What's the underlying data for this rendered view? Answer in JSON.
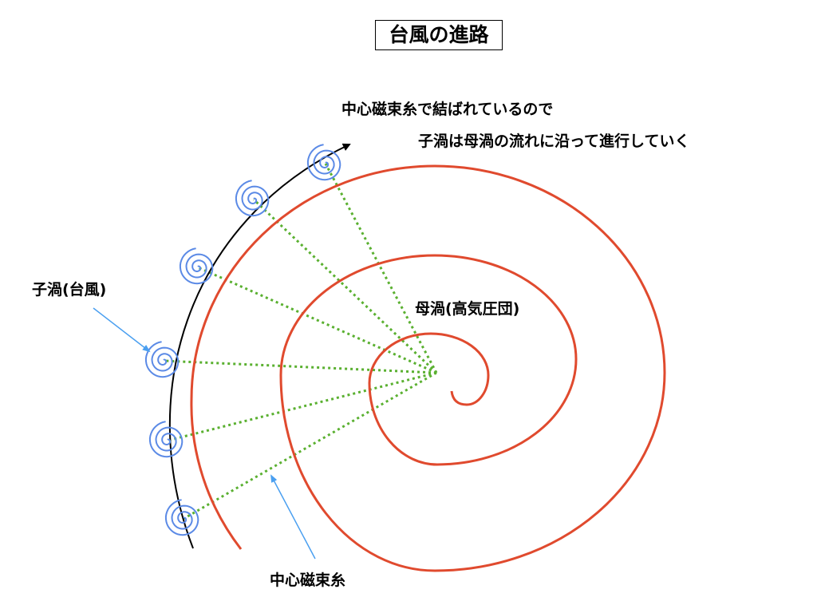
{
  "title": "台風の進路",
  "labels": {
    "line1": "中心磁束糸で結ばれているので",
    "line2": "子渦は母渦の流れに沿って進行していく",
    "child_vortex": "子渦(台風)",
    "mother_vortex": "母渦(高気圧団)",
    "flux_line": "中心磁束糸"
  },
  "colors": {
    "mother_spiral": "#e04a2e",
    "child_spiral": "#5b8ae6",
    "link": "#5ab030",
    "path": "#000000",
    "pointer": "#4a9ff0"
  },
  "child_vortex_count": 6
}
